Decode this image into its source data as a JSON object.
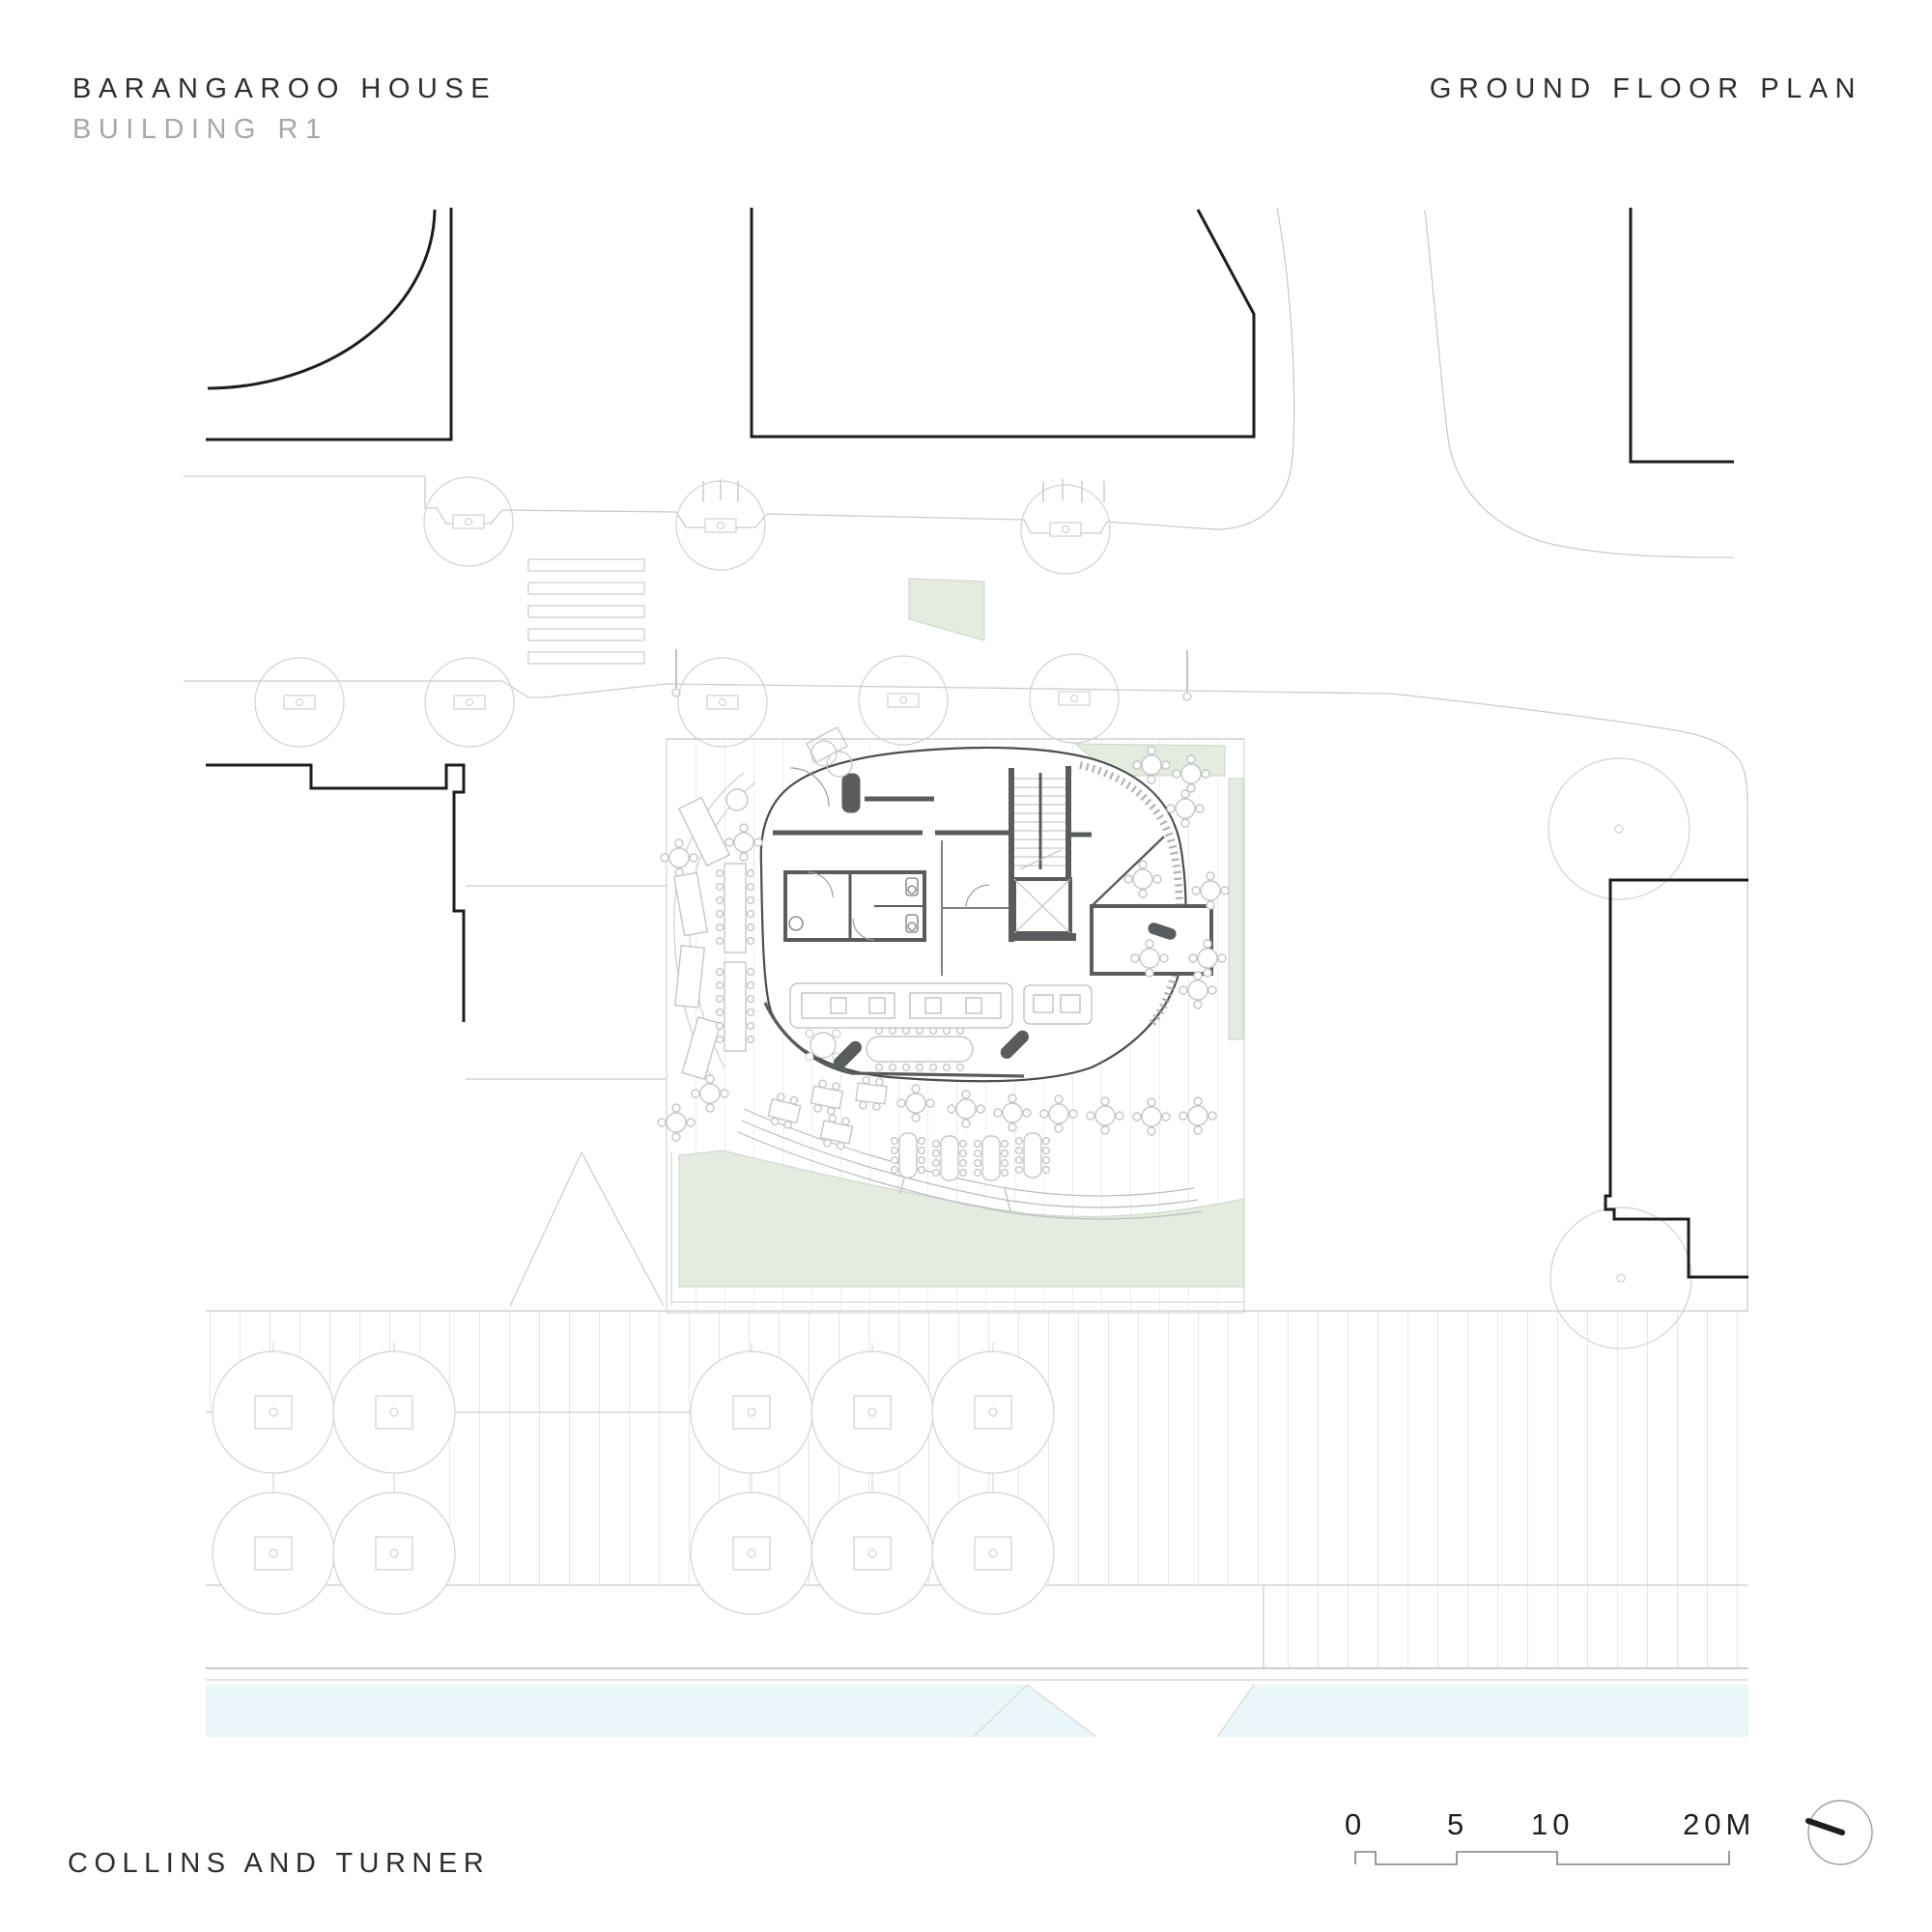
{
  "sheet": {
    "project_title": "BARANGAROO HOUSE",
    "building_label": "BUILDING R1",
    "drawing_title": "GROUND FLOOR PLAN",
    "architect_credit": "COLLINS AND TURNER"
  },
  "scale_bar": {
    "tick_labels": [
      "0",
      "5",
      "10",
      "20M"
    ],
    "units": "meters"
  },
  "plan_legend": {
    "drawing_type": "architectural ground floor site plan",
    "icons": [
      "north-arrow-icon",
      "tree-icon",
      "crosswalk-icon",
      "stair-icon",
      "elevator-icon",
      "wc-icon",
      "table-seating-icon"
    ]
  },
  "colors": {
    "context_building_outline": "#1d1d1b",
    "site_line_gray": "#c9cccd",
    "interior_wall_gray": "#585c5e",
    "landscape_green": "#e3ecdf",
    "water_blue": "#eaf6f9",
    "text_dark": "#2c2e30",
    "text_gray": "#a5a7a9"
  }
}
